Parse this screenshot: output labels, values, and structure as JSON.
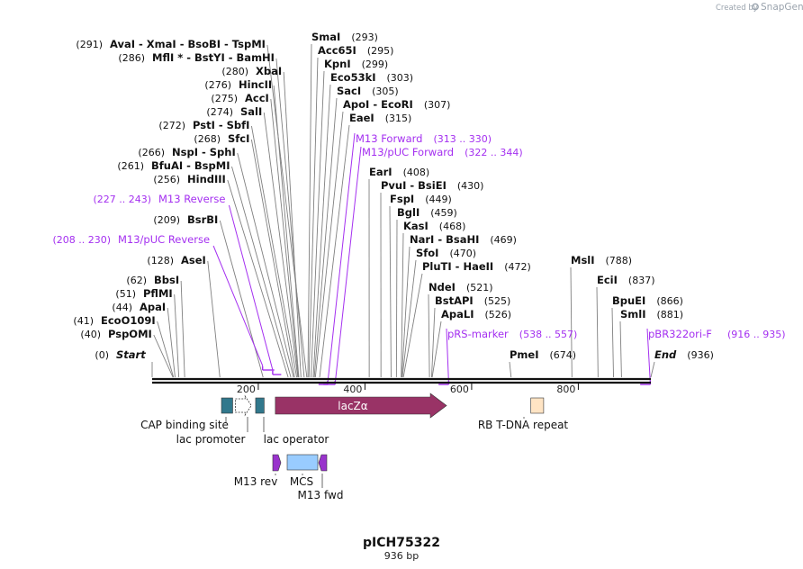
{
  "credit": {
    "prefix": "Created by",
    "brand": "SnapGene"
  },
  "plasmid": {
    "name": "pICH75322",
    "length_label": "936 bp"
  },
  "ruler": {
    "start": 1,
    "end": 936,
    "ticks": [
      "200",
      "400",
      "600",
      "800"
    ]
  },
  "sites": [
    {
      "pos_label": "(291)",
      "name": "AvaI  -  XmaI  -  BsoBI  -  TspMI",
      "bp": 291
    },
    {
      "pos_label": "(286)",
      "name": "MflI *  -  BstYI  -  BamHI",
      "bp": 286
    },
    {
      "pos_label": "(280)",
      "name": "XbaI",
      "bp": 280
    },
    {
      "pos_label": "(276)",
      "name": "HincII",
      "bp": 276
    },
    {
      "pos_label": "(275)",
      "name": "AccI",
      "bp": 275
    },
    {
      "pos_label": "(274)",
      "name": "SalI",
      "bp": 274
    },
    {
      "pos_label": "(272)",
      "name": "PstI  -  SbfI",
      "bp": 272
    },
    {
      "pos_label": "(268)",
      "name": "SfcI",
      "bp": 268
    },
    {
      "pos_label": "(266)",
      "name": "NspI  -  SphI",
      "bp": 266
    },
    {
      "pos_label": "(261)",
      "name": "BfuAI  -  BspMI",
      "bp": 261
    },
    {
      "pos_label": "(256)",
      "name": "HindIII",
      "bp": 256
    },
    {
      "pos_label": "(209)",
      "name": "BsrBI",
      "bp": 209
    },
    {
      "pos_label": "(128)",
      "name": "AseI",
      "bp": 128
    },
    {
      "pos_label": "(62)",
      "name": "BbsI",
      "bp": 62
    },
    {
      "pos_label": "(51)",
      "name": "PflMI",
      "bp": 51
    },
    {
      "pos_label": "(44)",
      "name": "ApaI",
      "bp": 44
    },
    {
      "pos_label": "(41)",
      "name": "EcoO109I",
      "bp": 41
    },
    {
      "pos_label": "(40)",
      "name": "PspOMI",
      "bp": 40
    },
    {
      "pos_label": "(0)",
      "name": "Start",
      "bp": 1,
      "italic": true
    },
    {
      "pos_label": "(293)",
      "name": "SmaI",
      "bp": 293
    },
    {
      "pos_label": "(295)",
      "name": "Acc65I",
      "bp": 295
    },
    {
      "pos_label": "(299)",
      "name": "KpnI",
      "bp": 299
    },
    {
      "pos_label": "(303)",
      "name": "Eco53kI",
      "bp": 303
    },
    {
      "pos_label": "(305)",
      "name": "SacI",
      "bp": 305
    },
    {
      "pos_label": "(307)",
      "name": "ApoI  -  EcoRI",
      "bp": 307
    },
    {
      "pos_label": "(315)",
      "name": "EaeI",
      "bp": 315
    },
    {
      "pos_label": "(408)",
      "name": "EarI",
      "bp": 408
    },
    {
      "pos_label": "(430)",
      "name": "PvuI  -  BsiEI",
      "bp": 430
    },
    {
      "pos_label": "(449)",
      "name": "FspI",
      "bp": 449
    },
    {
      "pos_label": "(459)",
      "name": "BglI",
      "bp": 459
    },
    {
      "pos_label": "(468)",
      "name": "KasI",
      "bp": 468
    },
    {
      "pos_label": "(469)",
      "name": "NarI  -  BsaHI",
      "bp": 469
    },
    {
      "pos_label": "(470)",
      "name": "SfoI",
      "bp": 470
    },
    {
      "pos_label": "(472)",
      "name": "PluTI  -  HaeII",
      "bp": 472
    },
    {
      "pos_label": "(521)",
      "name": "NdeI",
      "bp": 521
    },
    {
      "pos_label": "(525)",
      "name": "BstAPI",
      "bp": 525
    },
    {
      "pos_label": "(526)",
      "name": "ApaLI",
      "bp": 526
    },
    {
      "pos_label": "(674)",
      "name": "PmeI",
      "bp": 674
    },
    {
      "pos_label": "(788)",
      "name": "MslI",
      "bp": 788
    },
    {
      "pos_label": "(837)",
      "name": "EciI",
      "bp": 837
    },
    {
      "pos_label": "(866)",
      "name": "BpuEI",
      "bp": 866
    },
    {
      "pos_label": "(881)",
      "name": "SmlI",
      "bp": 881
    },
    {
      "pos_label": "(936)",
      "name": "End",
      "bp": 936,
      "italic": true
    }
  ],
  "primers": [
    {
      "name": "M13 Forward",
      "range": "(313 .. 330)",
      "start": 313,
      "end": 330,
      "direction": "forward"
    },
    {
      "name": "M13/pUC Forward",
      "range": "(322 .. 344)",
      "start": 322,
      "end": 344,
      "direction": "forward"
    },
    {
      "name": "M13 Reverse",
      "range": "(227 .. 243)",
      "start": 227,
      "end": 243,
      "direction": "reverse"
    },
    {
      "name": "M13/pUC Reverse",
      "range": "(208 .. 230)",
      "start": 208,
      "end": 230,
      "direction": "reverse"
    },
    {
      "name": "pRS-marker",
      "range": "(538 .. 557)",
      "start": 538,
      "end": 557,
      "direction": "forward"
    },
    {
      "name": "pBR322ori-F",
      "range": "(916 .. 935)",
      "start": 916,
      "end": 935,
      "direction": "forward"
    }
  ],
  "features": [
    {
      "name": "CAP binding site",
      "start": 131,
      "end": 152,
      "color": "#31788c",
      "shape": "box"
    },
    {
      "name": "lac promoter",
      "start": 157,
      "end": 187,
      "color": "#ffffff",
      "shape": "arrow-outline"
    },
    {
      "name": "lac operator",
      "start": 195,
      "end": 211,
      "color": "#31788c",
      "shape": "box"
    },
    {
      "name": "lacZα",
      "start": 232,
      "end": 553,
      "color": "#993366",
      "shape": "arrow"
    },
    {
      "name": "RB T-DNA repeat",
      "start": 711,
      "end": 735,
      "color": "#ffe4c4",
      "shape": "box"
    },
    {
      "name": "M13 rev",
      "start": 227,
      "end": 243,
      "color": "#9933cc",
      "shape": "small-arrow"
    },
    {
      "name": "MCS",
      "start": 256,
      "end": 315,
      "color": "#99ccff",
      "shape": "box"
    },
    {
      "name": "M13 fwd",
      "start": 313,
      "end": 330,
      "color": "#9933cc",
      "shape": "small-arrow-rev"
    }
  ],
  "colors": {
    "primer": "#a42ff0",
    "leader": "#808080",
    "backbone": "#111111"
  }
}
